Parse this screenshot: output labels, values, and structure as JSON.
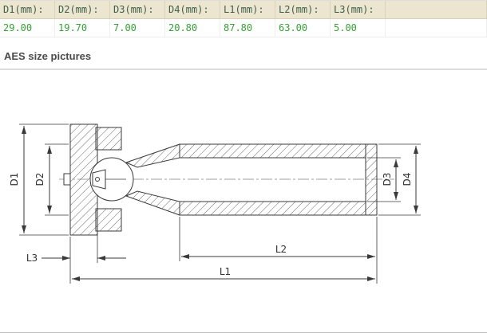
{
  "spec_table": {
    "columns": [
      {
        "label": "D1(mm):",
        "value": "29.00"
      },
      {
        "label": "D2(mm):",
        "value": "19.70"
      },
      {
        "label": "D3(mm):",
        "value": "7.00"
      },
      {
        "label": "D4(mm):",
        "value": "20.80"
      },
      {
        "label": "L1(mm):",
        "value": "87.80"
      },
      {
        "label": "L2(mm):",
        "value": "63.00"
      },
      {
        "label": "L3(mm):",
        "value": "5.00"
      }
    ]
  },
  "section": {
    "title": "AES size pictures"
  },
  "diagram": {
    "labels": {
      "d1": "D1",
      "d2": "D2",
      "d3": "D3",
      "d4": "D4",
      "l1": "L1",
      "l2": "L2",
      "l3": "L3"
    }
  },
  "colors": {
    "table_header_bg": "#ece5d0",
    "table_label_text": "#3f6047",
    "table_value_text": "#35a035",
    "heading_text": "#4a4a4a",
    "drawing_line": "#3a3a3a"
  }
}
